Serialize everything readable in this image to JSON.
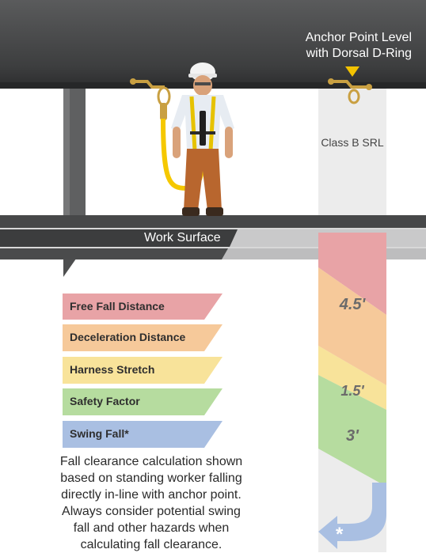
{
  "anchor_label": {
    "line1": "Anchor Point Level",
    "line2": "with Dorsal D-Ring"
  },
  "srl_label": "Class B SRL",
  "work_surface_label": "Work Surface",
  "legend": [
    {
      "label": "Free Fall Distance",
      "color": "#e8a3a6"
    },
    {
      "label": "Deceleration Distance",
      "color": "#f6c99a"
    },
    {
      "label": "Harness Stretch",
      "color": "#f8e39a"
    },
    {
      "label": "Safety Factor",
      "color": "#b6dc9f"
    },
    {
      "label": "Swing Fall*",
      "color": "#a9bfe2"
    }
  ],
  "column_values": {
    "deceleration": "4.5'",
    "harness": "1.5'",
    "safety": "3'",
    "swing": "*"
  },
  "note": [
    "Fall clearance calculation shown",
    "based on standing worker falling",
    "directly in-line with anchor point.",
    "Always consider potential swing",
    "fall and other hazards when",
    "calculating fall clearance."
  ],
  "colors": {
    "beam": "#3f3f40",
    "marker": "#f2c200",
    "lanyard": "#f5c800"
  }
}
